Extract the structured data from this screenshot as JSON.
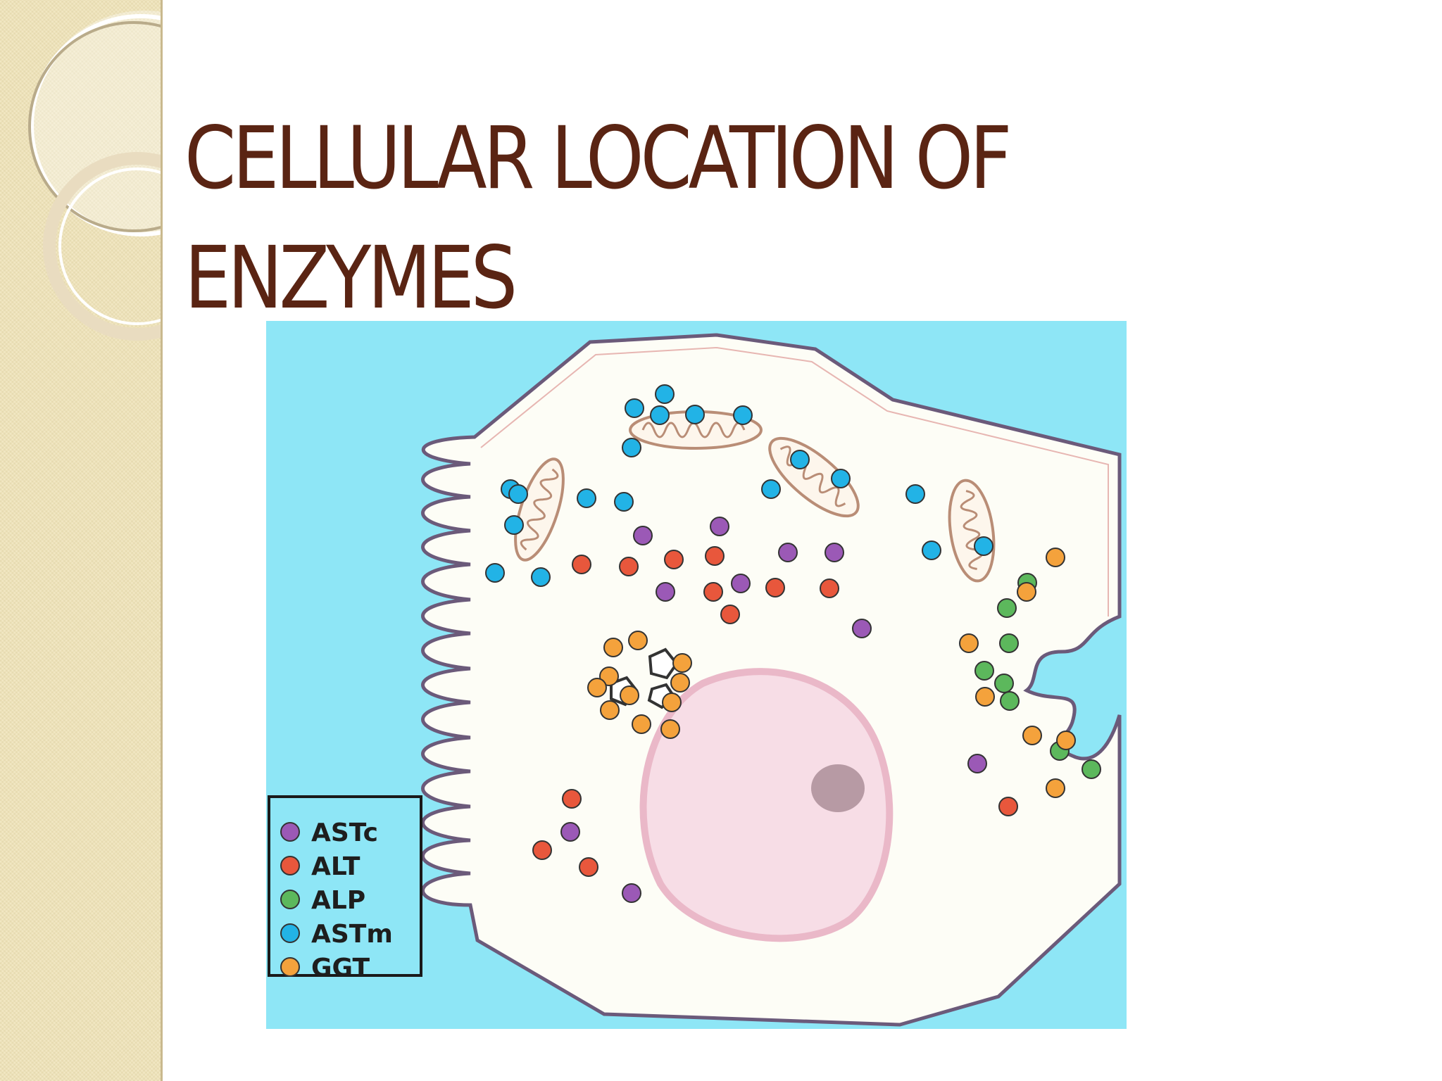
{
  "slide": {
    "title_line1": "CELLULAR LOCATION OF",
    "title_line2": "ENZYMES"
  },
  "diagram": {
    "legend": [
      {
        "label": "ASTc",
        "color": "#9b59b6"
      },
      {
        "label": "ALT",
        "color": "#e8573c"
      },
      {
        "label": "ALP",
        "color": "#5cb85c"
      },
      {
        "label": "ASTm",
        "color": "#22b3e6"
      },
      {
        "label": "GGT",
        "color": "#f4a23c"
      }
    ],
    "colors": {
      "background": "#8ee6f6",
      "cytoplasm": "#fdfdf6",
      "membrane": "#6b5a7a",
      "nucleus": "#f7dde6",
      "nucleolus": "#b79aa4",
      "mitochondria": "#c8a28a",
      "title": "#5a2413"
    },
    "organelles": [
      "nucleus",
      "nucleolus",
      "mitochondria",
      "microvilli",
      "vesicles"
    ],
    "enzyme_locations": {
      "ASTc": "cytoplasm",
      "ALT": "cytoplasm",
      "ALP": "membrane",
      "ASTm": "mitochondria",
      "GGT": "membrane"
    }
  }
}
